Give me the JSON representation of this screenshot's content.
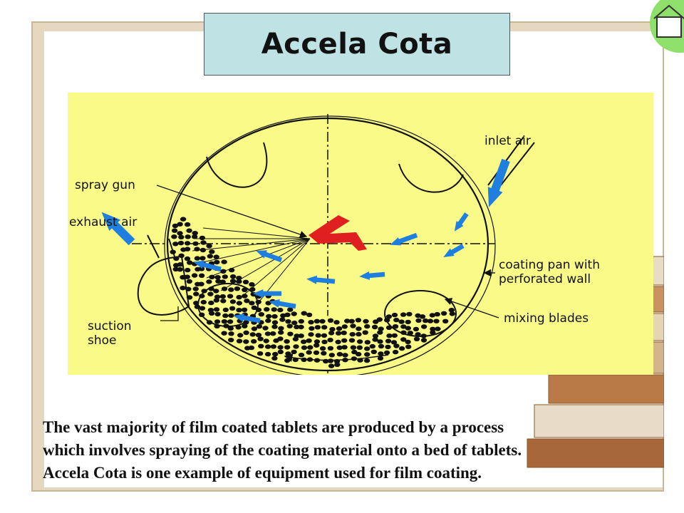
{
  "slide": {
    "title": "Accela Cota",
    "caption_lines": [
      "The  vast majority of film coated tablets are produced by a process",
      "which involves spraying of the coating material onto a bed of tablets.",
      "Accela Cota is one example of equipment used for film coating."
    ]
  },
  "diagram": {
    "labels": {
      "inlet_air": "inlet air",
      "spray_gun": "spray gun",
      "exhaust_air": "exhaust air",
      "coating_pan": "coating pan with\nperforated wall",
      "suction_shoe": "suction\nshoe",
      "mixing_blades": "mixing blades"
    },
    "colors": {
      "background": "#fafa88",
      "airflow_arrow": "#1f7fe0",
      "spray_gun": "#e02020",
      "tablets": "#111111"
    }
  },
  "decor": {
    "home_icon": "home-icon",
    "books_image": "stacked-books"
  }
}
